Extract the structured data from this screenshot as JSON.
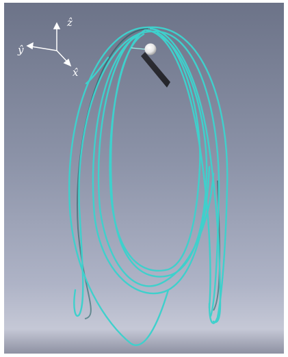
{
  "scene": {
    "axes": {
      "x_label": "x̂",
      "y_label": "ŷ",
      "z_label": "ẑ"
    },
    "colors": {
      "background_top": "#6c7388",
      "background_bottom": "#c5c8d6",
      "trajectory": "#3fd0cc",
      "trajectory_shadow": "#1a5c5c",
      "sphere": "#f2f2f2",
      "sphere_shadow": "#1e1e22",
      "axis": "#ffffff"
    },
    "objects": [
      "coordinate-axes-triad",
      "sphere",
      "sphere-shadow",
      "looping-trajectory"
    ]
  }
}
